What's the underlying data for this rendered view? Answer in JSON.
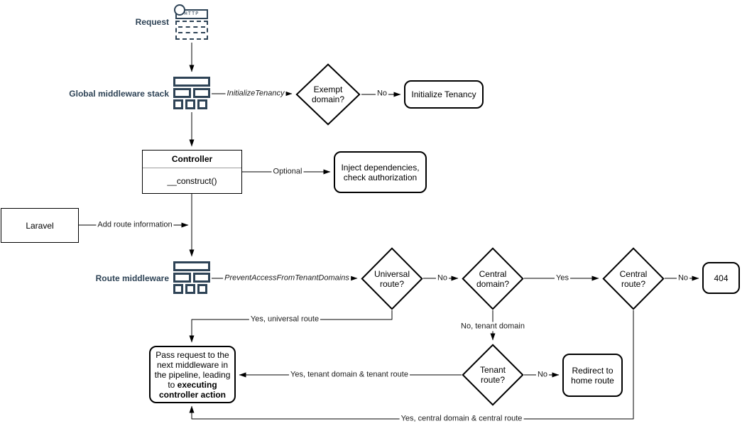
{
  "colors": {
    "accent_navy": "#2e4356",
    "shape_stroke": "#000000",
    "background": "#ffffff"
  },
  "nodes": {
    "request": {
      "label": "Request",
      "icon_text": "HTTP"
    },
    "global_middleware": {
      "label": "Global middleware stack"
    },
    "exempt_domain": {
      "label": "Exempt domain?"
    },
    "initialize_tenancy": {
      "label": "Initialize Tenancy"
    },
    "controller": {
      "title": "Controller",
      "member": "__construct()"
    },
    "inject": {
      "label": "Inject dependencies, check authorization"
    },
    "laravel": {
      "label": "Laravel"
    },
    "route_middleware": {
      "label": "Route middleware"
    },
    "universal_route": {
      "label": "Universal route?"
    },
    "central_domain": {
      "label": "Central domain?"
    },
    "central_route": {
      "label": "Central route?"
    },
    "error_404": {
      "label": "404"
    },
    "pass_request": {
      "text_prefix": "Pass request to the next middleware in the pipeline, leading to ",
      "text_bold": "executing controller action"
    },
    "tenant_route": {
      "label": "Tenant route?"
    },
    "redirect_home": {
      "label": "Redirect to home route"
    }
  },
  "edges": {
    "initializetenancy": {
      "label": "InitializeTenancy"
    },
    "exempt_no": {
      "label": "No"
    },
    "optional": {
      "label": "Optional"
    },
    "add_route_information": {
      "label": "Add route information"
    },
    "preventaccess": {
      "label": "PreventAccessFromTenantDomains"
    },
    "universal_no": {
      "label": "No"
    },
    "central_domain_yes": {
      "label": "Yes"
    },
    "central_route_no": {
      "label": "No"
    },
    "universal_yes": {
      "label": "Yes, universal route"
    },
    "central_domain_no": {
      "label": "No, tenant domain"
    },
    "tenant_no": {
      "label": "No"
    },
    "tenant_yes": {
      "label": "Yes, tenant domain & tenant route"
    },
    "central_route_yes": {
      "label": "Yes, central domain & central route"
    }
  }
}
